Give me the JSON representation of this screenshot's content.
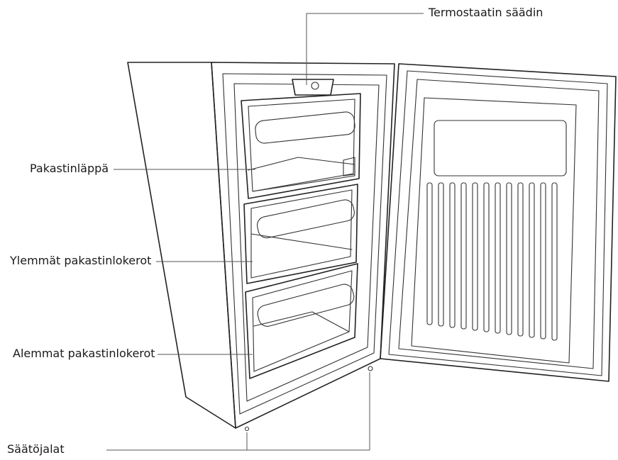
{
  "labels": {
    "thermostat": "Termostaatin säädin",
    "freezer_flap": "Pakastinläppä",
    "upper_drawers": "Ylemmät pakastinlokerot",
    "lower_drawers": "Alemmat pakastinlokerot",
    "adjustable_feet": "Säätöjalat"
  }
}
